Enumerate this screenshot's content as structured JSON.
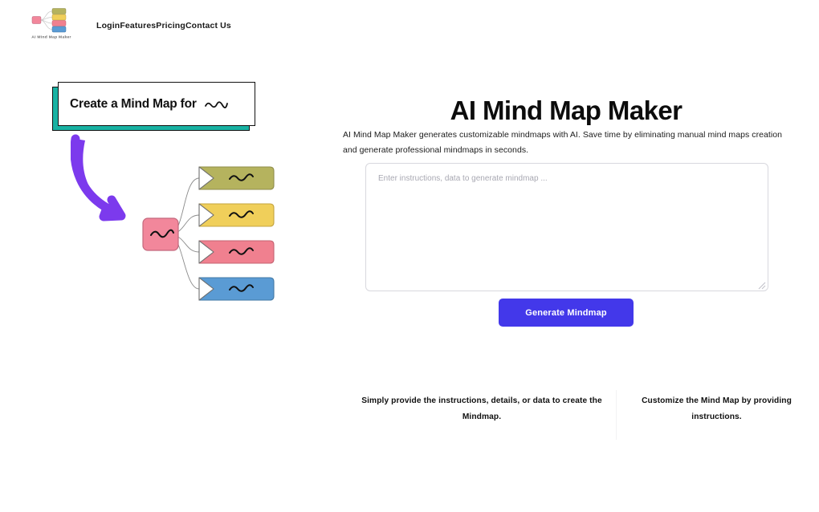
{
  "header": {
    "logo": {
      "name": "ai-mind-map-maker-logo",
      "caption": "AI Mind Map Maker"
    },
    "nav": [
      {
        "label": "Login"
      },
      {
        "label": "Features"
      },
      {
        "label": "Pricing"
      },
      {
        "label": "Contact Us"
      }
    ]
  },
  "illustration": {
    "banner_text": "Create a Mind Map for",
    "banner_squiggle": "~~~",
    "banner_shadow_color": "#18b2a3",
    "arrow_color": "#7c3aed",
    "nodes": {
      "center_color": "#f2879b",
      "branches": [
        {
          "color": "#b5b35e"
        },
        {
          "color": "#f0cf5a"
        },
        {
          "color": "#f0808f"
        },
        {
          "color": "#5a9bd4"
        }
      ]
    }
  },
  "main": {
    "title": "AI Mind Map Maker",
    "description": "AI Mind Map Maker generates customizable mindmaps with AI. Save time by eliminating manual mind maps creation and generate professional mindmaps in seconds.",
    "prompt": {
      "placeholder": "Enter instructions, data to generate mindmap ...",
      "value": ""
    },
    "generate_label": "Generate Mindmap",
    "accent_color": "#4338ea",
    "features": [
      {
        "text": "Simply provide the instructions, details, or data to create the Mindmap."
      },
      {
        "text": "Customize the Mind Map by providing instructions."
      }
    ]
  }
}
